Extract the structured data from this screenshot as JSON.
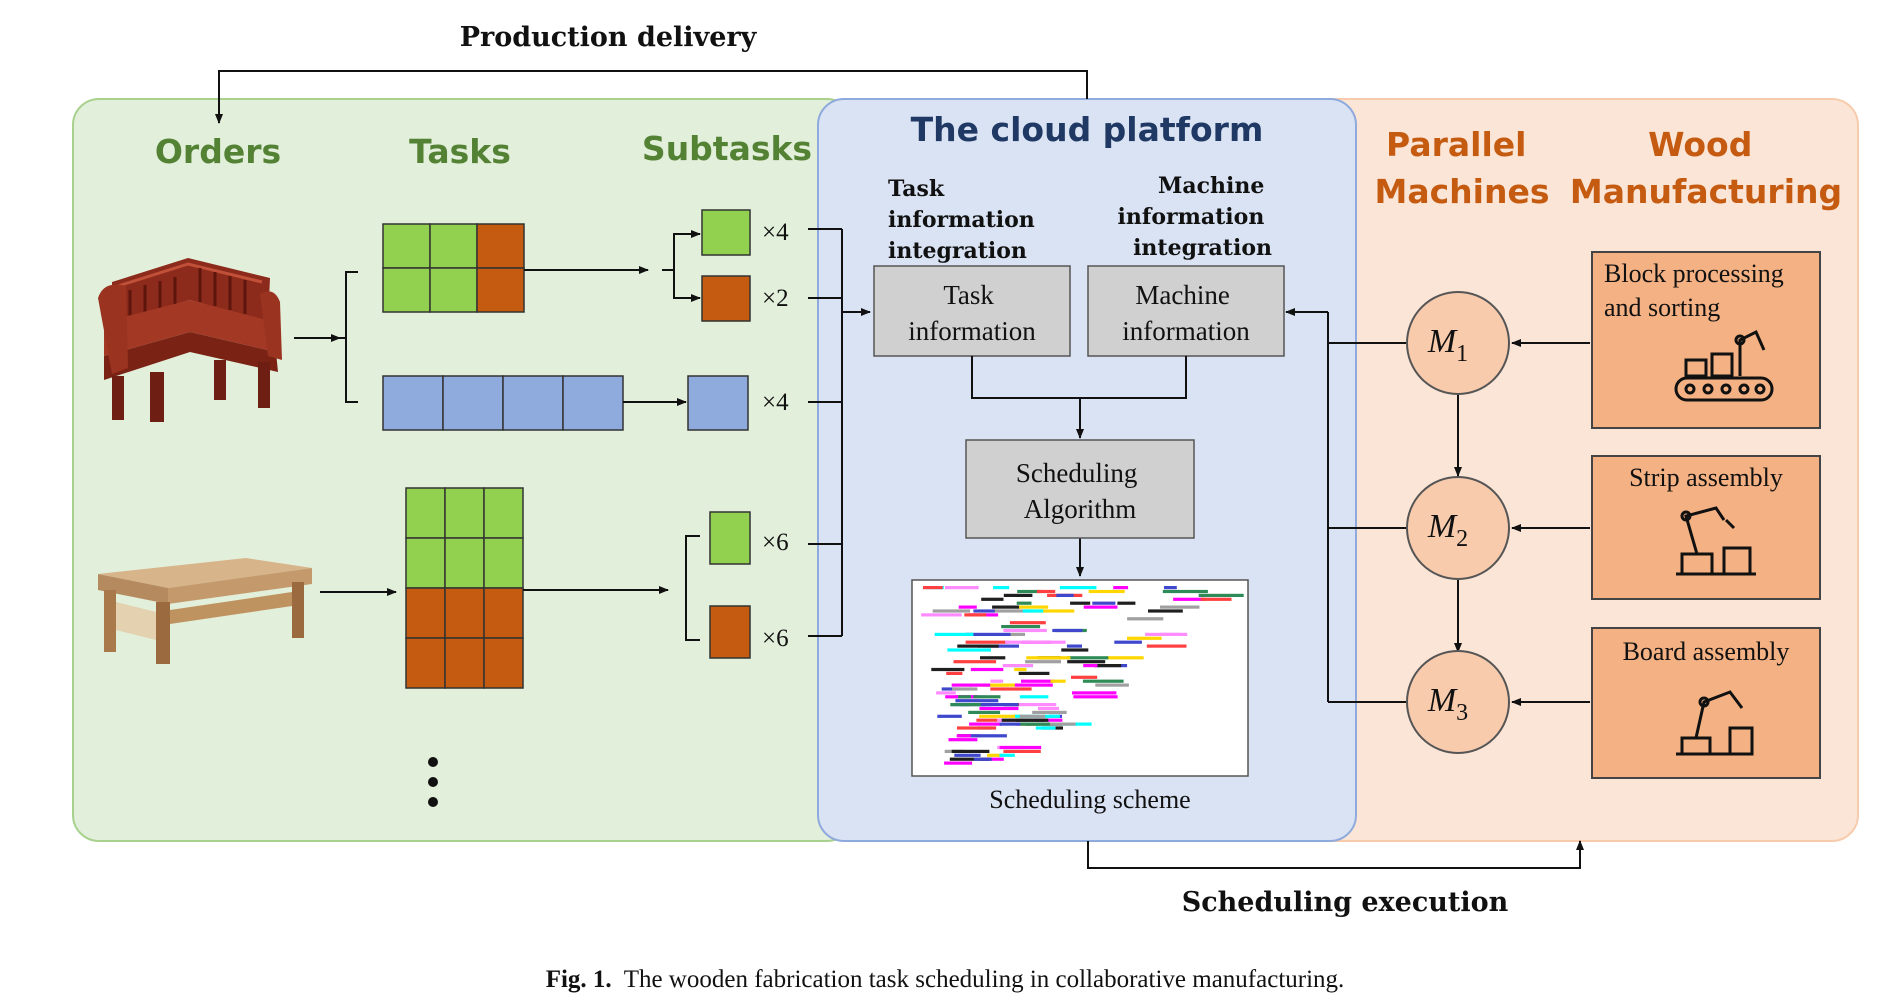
{
  "top_label": "Production delivery",
  "bottom_label": "Scheduling execution",
  "caption": {
    "prefix": "Fig. 1.",
    "text": "The wooden fabrication task scheduling in collaborative manufacturing."
  },
  "left": {
    "headers": {
      "orders": "Orders",
      "tasks": "Tasks",
      "subtasks": "Subtasks"
    },
    "multipliers": [
      "×4",
      "×2",
      "×4",
      "×6",
      "×6"
    ],
    "colors": {
      "green": "#92D050",
      "orange": "#C55A11",
      "blue": "#8FAADC",
      "panel": "#E2EFDA",
      "panel_border": "#A9D18E"
    }
  },
  "cloud": {
    "title": "The cloud platform",
    "task_integration": [
      "Task",
      "information",
      "integration"
    ],
    "machine_integration": [
      "Machine",
      "information",
      "integration"
    ],
    "task_box": [
      "Task",
      "information"
    ],
    "machine_box": [
      "Machine",
      "information"
    ],
    "algorithm_box": [
      "Scheduling",
      "Algorithm"
    ],
    "scheme_label": "Scheduling scheme",
    "colors": {
      "panel": "#DAE3F3",
      "panel_border": "#8FAADC",
      "box": "#D0D0D0",
      "title": "#1F3864"
    }
  },
  "right": {
    "header_machines": [
      "Parallel",
      "Machines"
    ],
    "header_wood": [
      "Wood",
      "Manufacturing"
    ],
    "machines": [
      {
        "label": "M",
        "sub": "1"
      },
      {
        "label": "M",
        "sub": "2"
      },
      {
        "label": "M",
        "sub": "3"
      }
    ],
    "processes": [
      [
        "Block processing",
        "and sorting"
      ],
      [
        "Strip assembly"
      ],
      [
        "Board assembly"
      ]
    ],
    "colors": {
      "panel": "#FBE5D6",
      "box": "#F4B183",
      "header": "#C55A11"
    }
  }
}
